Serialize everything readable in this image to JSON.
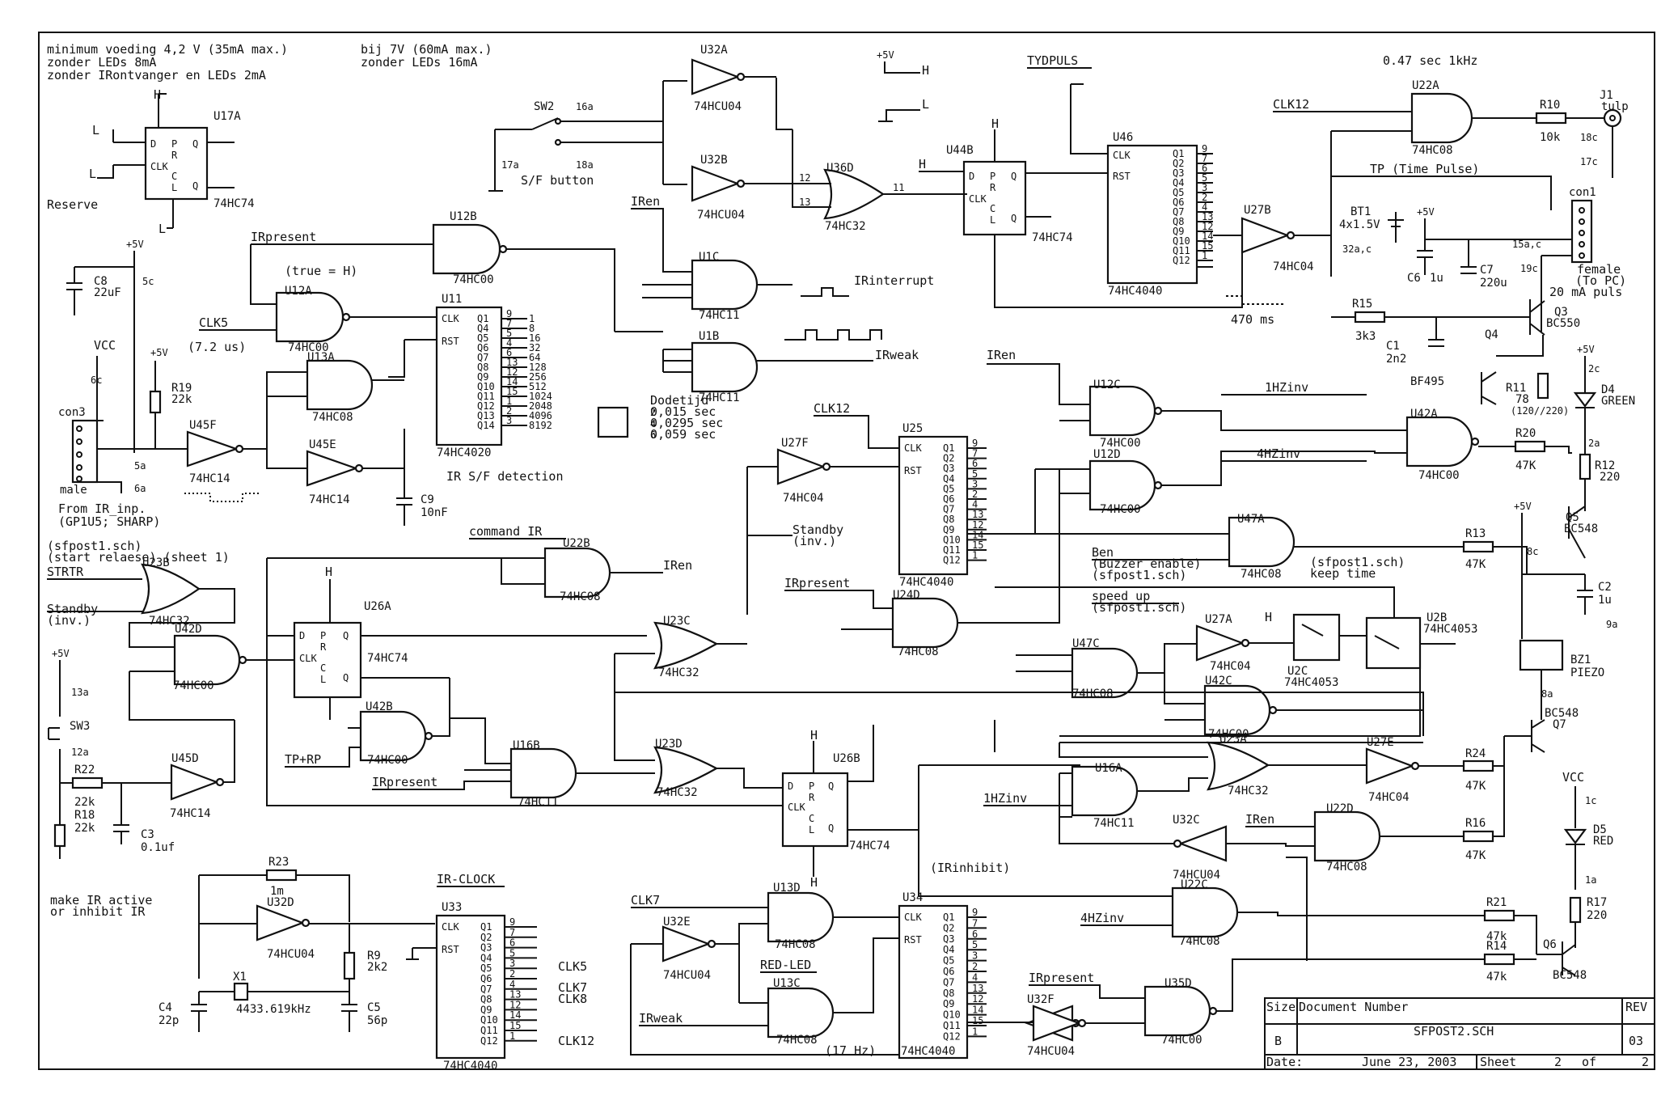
{
  "notes": {
    "n1": "minimum voeding 4,2 V (35mA max.)",
    "n2": "zonder LEDs 8mA",
    "n3": "zonder IRontvanger en LEDs 2mA",
    "n4": "bij 7V (60mA max.)",
    "n5": "zonder LEDs 16mA",
    "tydpuls": "TYDPULS",
    "freq": "0.47 sec 1kHz",
    "tp": "TP (Time Pulse)",
    "true_h": "(true = H)",
    "us72": "(7.2 us)",
    "ms470": "470 ms",
    "irsf": "IR S/F detection",
    "cmdir": "command IR",
    "irclock": "IR-CLOCK",
    "redled": "RED-LED",
    "hz17": "(17 Hz)",
    "irinhibit": "(IRinhibit)",
    "makeir1": "make IR active",
    "makeir2": "or inhibit IR",
    "fromir1": "From IR_inp.",
    "fromir2": "(GP1U5; SHARP)",
    "reserve": "Reserve",
    "sfbutton": "S/F button",
    "dodetijd": "Dodetijd",
    "t1": "0,015 sec",
    "t2": "0,0295 sec",
    "t3": "0,059 sec",
    "sheet1a": "(sfpost1.sch)",
    "sheet1b": "(start relaese) (sheet 1)",
    "ben": "Ben",
    "buzzer": "(Buzzer enable)",
    "sfp1": "(sfpost1.sch)",
    "keep1": "(sfpost1.sch)",
    "keep2": "keep time",
    "speedup": "speed up",
    "sfp2": "(sfpost1.sch)",
    "femaletopc1": "female",
    "femaletopc2": "(To PC)",
    "puls": "20 mA puls",
    "r11v": "(120//220)"
  },
  "signals": {
    "irpresent": "IRpresent",
    "clk5": "CLK5",
    "clk7": "CLK7",
    "clk8": "CLK8",
    "clk12": "CLK12",
    "iren": "IRen",
    "irinterrupt": "IRinterrupt",
    "irweak": "IRweak",
    "strtr": "STRTR",
    "standby": "Standby",
    "inv": "(inv.)",
    "standby2": "Standby",
    "inv2": "(inv.)",
    "tprp": "TP+RP",
    "hz1": "1HZinv",
    "hz4": "4HZinv",
    "vcc": "VCC",
    "v5": "+5V",
    "H": "H",
    "L": "L"
  },
  "parts": {
    "u17a": "U17A",
    "hc74": "74HC74",
    "u32a": "U32A",
    "u32b": "U32B",
    "hcu04": "74HCU04",
    "sw2": "SW2",
    "u36d": "U36D",
    "hc32": "74HC32",
    "u44b": "U44B",
    "u46": "U46",
    "hc4040": "74HC4040",
    "u22a": "U22A",
    "hc08": "74HC08",
    "r10": "R10",
    "r10v": "10k",
    "j1": "J1",
    "tulp": "tulp",
    "u12b": "U12B",
    "hc00": "74HC00",
    "u12a": "U12A",
    "u11": "U11",
    "hc4020": "74HC4020",
    "u1c": "U1C",
    "u1b": "U1B",
    "hc11": "74HC11",
    "u13a": "U13A",
    "u45f": "U45F",
    "u45e": "U45E",
    "hc14": "74HC14",
    "u27b": "U27B",
    "hc04": "74HC04",
    "bt1": "BT1",
    "bt1v": "4x1.5V",
    "c6": "C6",
    "c6v": "1u",
    "c7": "C7",
    "c7v": "220u",
    "con1": "con1",
    "r15": "R15",
    "r15v": "3k3",
    "c1": "C1",
    "c1v": "2n2",
    "q3": "Q3",
    "bc550": "BC550",
    "q4": "Q4",
    "bf495": "BF495",
    "r11": "R11",
    "r11v": "78",
    "d4": "D4",
    "green": "GREEN",
    "r12": "R12",
    "r12v": "220",
    "q5": "Q5",
    "bc548": "BC548",
    "c8": "C8",
    "c8v": "22uF",
    "r19": "R19",
    "r19v": "22k",
    "con3": "con3",
    "male": "male",
    "c9": "C9",
    "c9v": "10nF",
    "u27f": "U27F",
    "u25": "U25",
    "u12c": "U12C",
    "u12d": "U12D",
    "u42a": "U42A",
    "r20": "R20",
    "r20v": "47K",
    "u47a": "U47A",
    "r13": "R13",
    "r13v": "47K",
    "u22b": "U22B",
    "u23b": "U23B",
    "u42d": "U42D",
    "u26a": "U26A",
    "u24d": "U24D",
    "u23c": "U23C",
    "u47c": "U47C",
    "u27a": "U27A",
    "u2c": "U2C",
    "u2b": "U2B",
    "hc4053": "74HC4053",
    "c2": "C2",
    "c2v": "1u",
    "bz1": "BZ1",
    "piezo": "PIEZO",
    "u42c": "U42C",
    "q7": "Q7",
    "sw3": "SW3",
    "r22": "R22",
    "r22v": "22k",
    "r18": "R18",
    "r18v": "22k",
    "c3": "C3",
    "c3v": "0.1uf",
    "u45d": "U45D",
    "u42b": "U42B",
    "u16b": "U16B",
    "u23d": "U23D",
    "u26b": "U26B",
    "u16a": "U16A",
    "u23a": "U23A",
    "u27e": "U27E",
    "r24": "R24",
    "r24v": "47K",
    "u32c": "U32C",
    "u22d": "U22D",
    "r16": "R16",
    "r16v": "47K",
    "d5": "D5",
    "red": "RED",
    "r23": "R23",
    "r23v": "1m",
    "u32d": "U32D",
    "u33": "U33",
    "r9": "R9",
    "r9v": "2k2",
    "x1": "X1",
    "x1v": "4433.619kHz",
    "c4": "C4",
    "c4v": "22p",
    "c5": "C5",
    "c5v": "56p",
    "u13d": "U13D",
    "u32e": "U32E",
    "u13c": "U13C",
    "u34": "U34",
    "u22c": "U22C",
    "r21": "R21",
    "r21v": "47k",
    "r14": "R14",
    "r14v": "47k",
    "q6": "Q6",
    "r17": "R17",
    "r17v": "220",
    "u32f": "U32F",
    "u35d": "U35D"
  },
  "connector_pins": {
    "p16a": "16a",
    "p18a": "18a",
    "p17a": "17a",
    "p18c": "18c",
    "p17c": "17c",
    "p32ac": "32a,c",
    "p15ac": "15a,c",
    "p19c": "19c",
    "p5c": "5c",
    "p6c": "6c",
    "p5a": "5a",
    "p6a": "6a",
    "p2c": "2c",
    "p2a": "2a",
    "p8c": "8c",
    "p9a": "9a",
    "p8a": "8a",
    "p13a": "13a",
    "p12a": "12a",
    "p1c": "1c",
    "p1a": "1a"
  },
  "counter_outputs": {
    "u11": [
      "Q1",
      "Q4",
      "Q5",
      "Q6",
      "Q7",
      "Q8",
      "Q9",
      "Q10",
      "Q11",
      "Q12",
      "Q13",
      "Q14"
    ],
    "u11_vals": [
      "1",
      "8",
      "16",
      "32",
      "64",
      "128",
      "256",
      "512",
      "1024",
      "2048",
      "4096",
      "8192"
    ],
    "u11_pins": [
      "9",
      "7",
      "5",
      "4",
      "6",
      "13",
      "12",
      "14",
      "15",
      "1",
      "2",
      "3"
    ],
    "q12": [
      "Q1",
      "Q2",
      "Q3",
      "Q4",
      "Q5",
      "Q6",
      "Q7",
      "Q8",
      "Q9",
      "Q10",
      "Q11",
      "Q12"
    ],
    "q12_pins": [
      "9",
      "7",
      "6",
      "5",
      "3",
      "2",
      "4",
      "13",
      "12",
      "14",
      "15",
      "1"
    ]
  },
  "title_block": {
    "size_label": "Size",
    "size": "B",
    "docnum_label": "Document Number",
    "docnum": "SFPOST2.SCH",
    "rev_label": "REV",
    "rev": "03",
    "date_label": "Date:",
    "date": "June 23, 2003",
    "sheet_label": "Sheet",
    "sheet": "2",
    "of_label": "of",
    "of": "2"
  }
}
